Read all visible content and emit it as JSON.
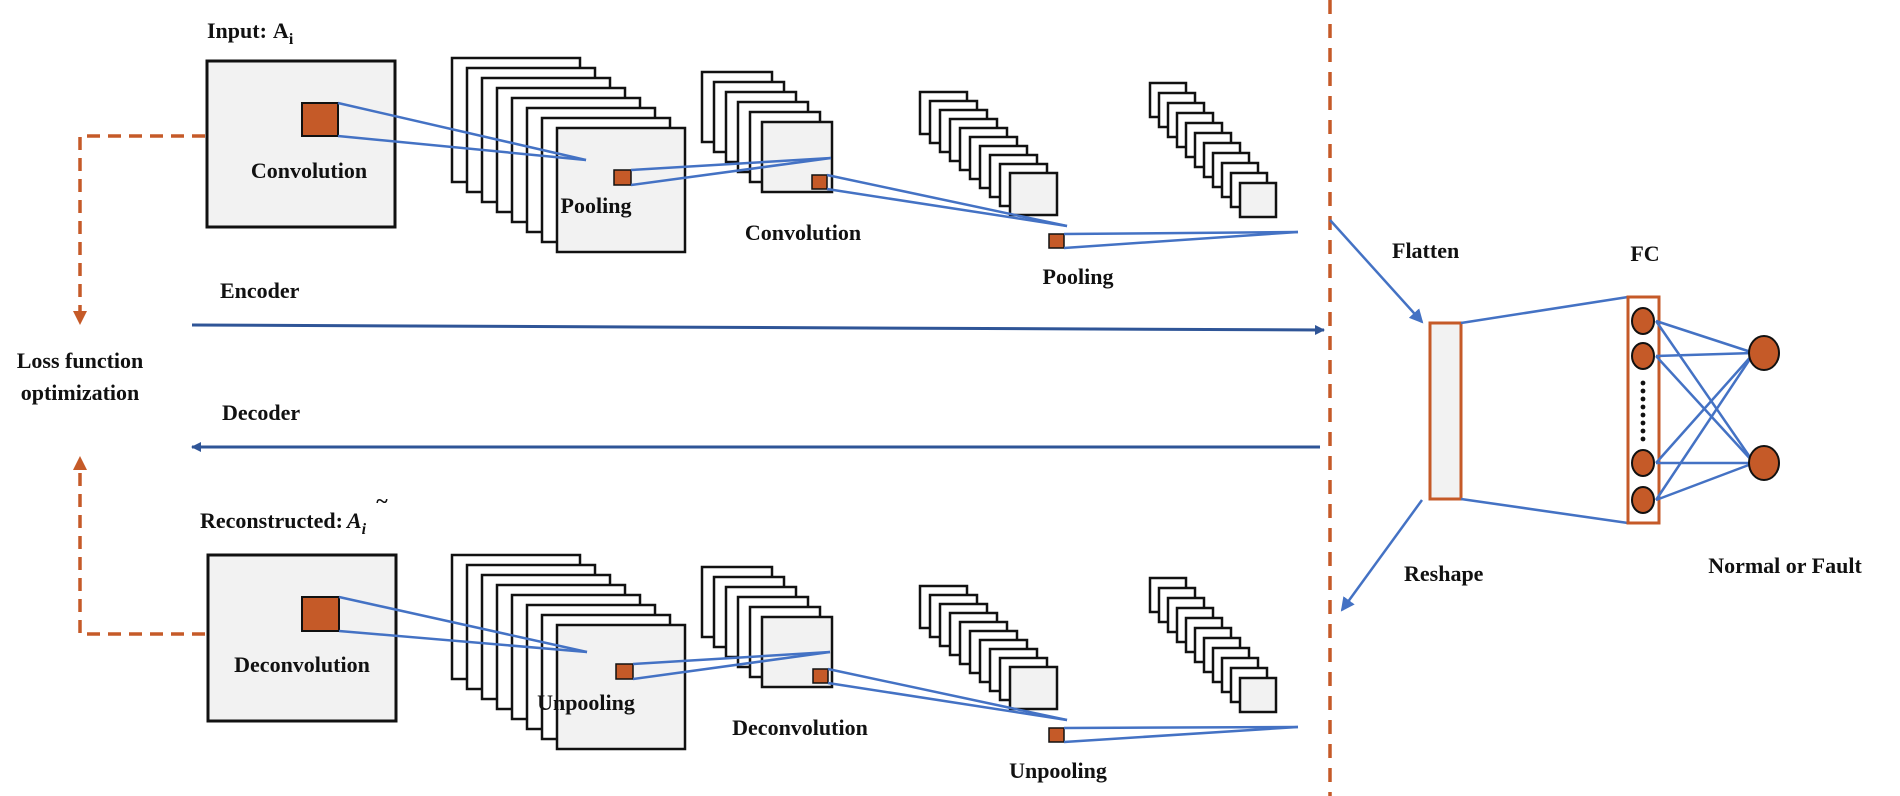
{
  "labels": {
    "input_prefix": "Input:",
    "input_var": "A",
    "input_sub": "i",
    "reconstructed_prefix": "Reconstructed:",
    "reconstructed_var": "A",
    "reconstructed_tilde": "~",
    "reconstructed_sub": "i",
    "enc_convolution_1": "Convolution",
    "enc_pooling_1": "Pooling",
    "enc_convolution_2": "Convolution",
    "enc_pooling_2": "Pooling",
    "encoder": "Encoder",
    "decoder": "Decoder",
    "loss_line1": "Loss function",
    "loss_line2": "optimization",
    "dec_deconvolution_1": "Deconvolution",
    "dec_unpooling_1": "Unpooling",
    "dec_deconvolution_2": "Deconvolution",
    "dec_unpooling_2": "Unpooling",
    "flatten": "Flatten",
    "reshape": "Reshape",
    "fc": "FC",
    "output": "Normal or Fault"
  },
  "colors": {
    "arrow_blue": "#2f5597",
    "link_blue": "#4472c4",
    "accent_orange": "#c55a28",
    "box_fill": "#f2f2f2",
    "stroke": "#111111"
  }
}
